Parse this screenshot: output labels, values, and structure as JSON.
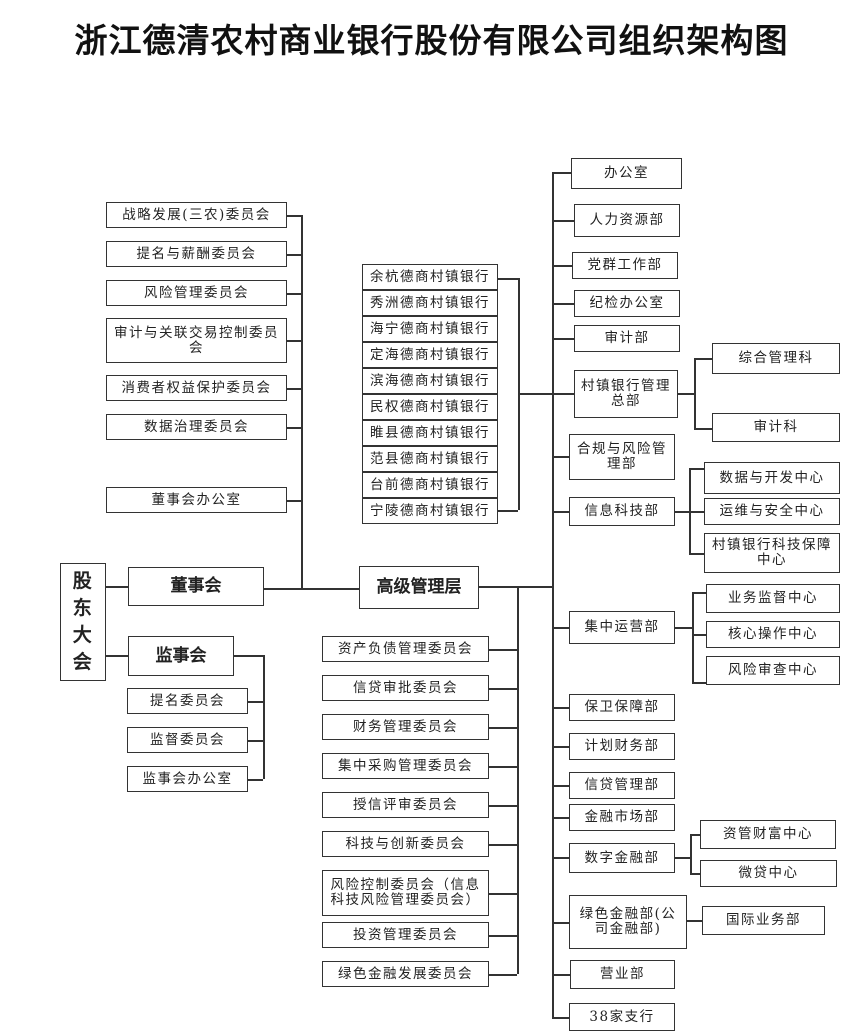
{
  "title": "浙江德清农村商业银行股份有限公司组织架构图",
  "shareholders": "股东大会",
  "board": "董事会",
  "supervisory_board": "监事会",
  "senior_management": "高级管理层",
  "board_committees": [
    "战略发展(三农)委员会",
    "提名与薪酬委员会",
    "风险管理委员会",
    "审计与关联交易控制委员会",
    "消费者权益保护委员会",
    "数据治理委员会",
    "董事会办公室"
  ],
  "supervisory_committees": [
    "提名委员会",
    "监督委员会",
    "监事会办公室"
  ],
  "village_banks": [
    "余杭德商村镇银行",
    "秀洲德商村镇银行",
    "海宁德商村镇银行",
    "定海德商村镇银行",
    "滨海德商村镇银行",
    "民权德商村镇银行",
    "睢县德商村镇银行",
    "范县德商村镇银行",
    "台前德商村镇银行",
    "宁陵德商村镇银行"
  ],
  "management_committees": [
    "资产负债管理委员会",
    "信贷审批委员会",
    "财务管理委员会",
    "集中采购管理委员会",
    "授信评审委员会",
    "科技与创新委员会",
    "风险控制委员会（信息科技风险管理委员会）",
    "投资管理委员会",
    "绿色金融发展委员会"
  ],
  "departments": [
    {
      "name": "办公室"
    },
    {
      "name": "人力资源部"
    },
    {
      "name": "党群工作部"
    },
    {
      "name": "纪检办公室"
    },
    {
      "name": "审计部"
    },
    {
      "name": "村镇银行管理总部",
      "subs": [
        "综合管理科",
        "审计科"
      ]
    },
    {
      "name": "合规与风险管理部"
    },
    {
      "name": "信息科技部",
      "subs": [
        "数据与开发中心",
        "运维与安全中心",
        "村镇银行科技保障中心"
      ]
    },
    {
      "name": "集中运营部",
      "subs": [
        "业务监督中心",
        "核心操作中心",
        "风险审查中心"
      ]
    },
    {
      "name": "保卫保障部"
    },
    {
      "name": "计划财务部"
    },
    {
      "name": "信贷管理部"
    },
    {
      "name": "金融市场部"
    },
    {
      "name": "数字金融部",
      "subs": [
        "资管财富中心",
        "微贷中心"
      ]
    },
    {
      "name": "绿色金融部(公司金融部)",
      "subs": [
        "国际业务部"
      ]
    },
    {
      "name": "营业部"
    },
    {
      "name": "38家支行"
    }
  ]
}
